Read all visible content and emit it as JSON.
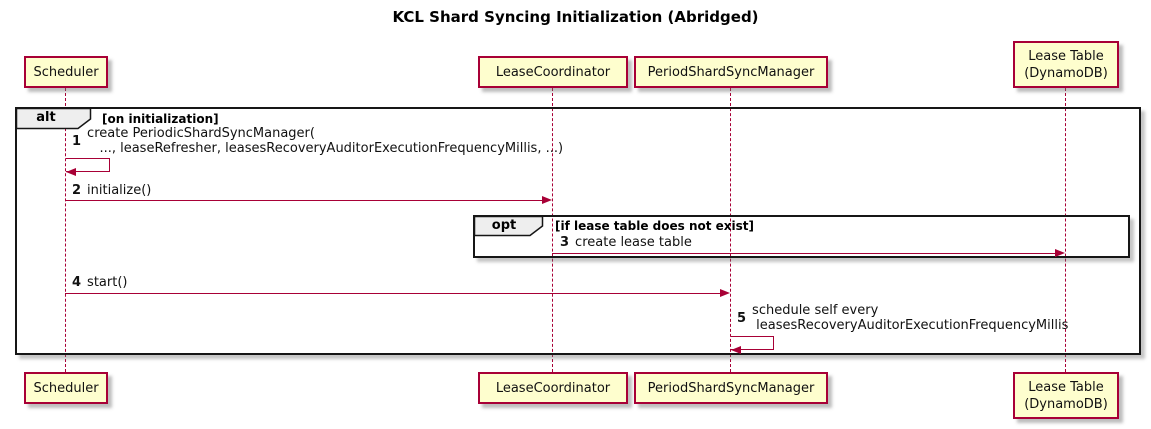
{
  "title": "KCL Shard Syncing Initialization (Abridged)",
  "colors": {
    "participant_fill": "#FEFECE",
    "participant_border": "#A80036",
    "arrow_line": "#A80036",
    "frame_border": "#161616",
    "frame_label_fill": "#EEEEEE"
  },
  "participants": [
    {
      "label": "Scheduler"
    },
    {
      "label": "LeaseCoordinator"
    },
    {
      "label": "PeriodShardSyncManager"
    },
    {
      "label": "Lease Table\n(DynamoDB)"
    }
  ],
  "frames": {
    "alt": {
      "keyword": "alt",
      "condition": "[on initialization]"
    },
    "opt": {
      "keyword": "opt",
      "condition": "[if lease table does not exist]"
    }
  },
  "messages": [
    {
      "num": "1",
      "text": "create PeriodicShardSyncManager(\n   ..., leaseRefresher, leasesRecoveryAuditorExecutionFrequencyMillis, ...)"
    },
    {
      "num": "2",
      "text": "initialize()"
    },
    {
      "num": "3",
      "text": "create lease table"
    },
    {
      "num": "4",
      "text": "start()"
    },
    {
      "num": "5",
      "text": "schedule self every\n leasesRecoveryAuditorExecutionFrequencyMillis"
    }
  ]
}
